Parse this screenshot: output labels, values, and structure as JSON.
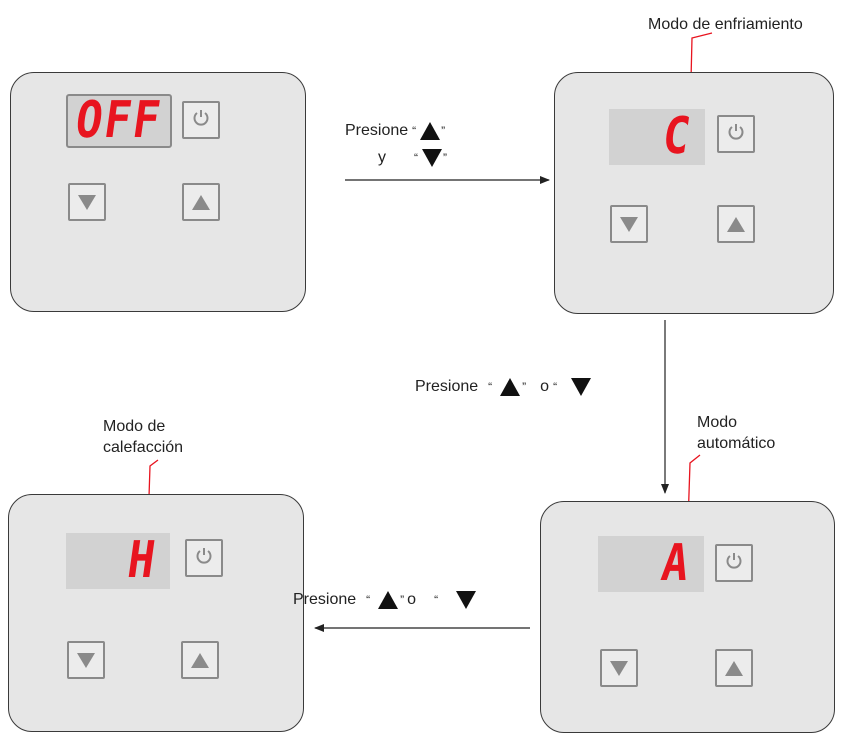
{
  "panels": {
    "off": {
      "display": "OFF"
    },
    "cooling": {
      "display": "C"
    },
    "auto": {
      "display": "A"
    },
    "heating": {
      "display": "H"
    }
  },
  "labels": {
    "cooling_mode": "Modo de enfriamiento",
    "auto_mode_line1": "Modo",
    "auto_mode_line2": "automático",
    "heating_mode_line1": "Modo de",
    "heating_mode_line2": "calefacción"
  },
  "steps": {
    "step1_press": "Presione",
    "step1_and": "y",
    "step2_press": "Presione",
    "step2_or": "o",
    "step3_press": "Presione",
    "step3_or": "o",
    "open_quote": "“",
    "close_quote": "”"
  },
  "icons": {
    "power": "power-icon",
    "up": "up-triangle-icon",
    "down": "down-triangle-icon"
  },
  "colors": {
    "readout": "#e8141f",
    "panel": "#e6e6e6",
    "pointer": "#e8141f"
  }
}
